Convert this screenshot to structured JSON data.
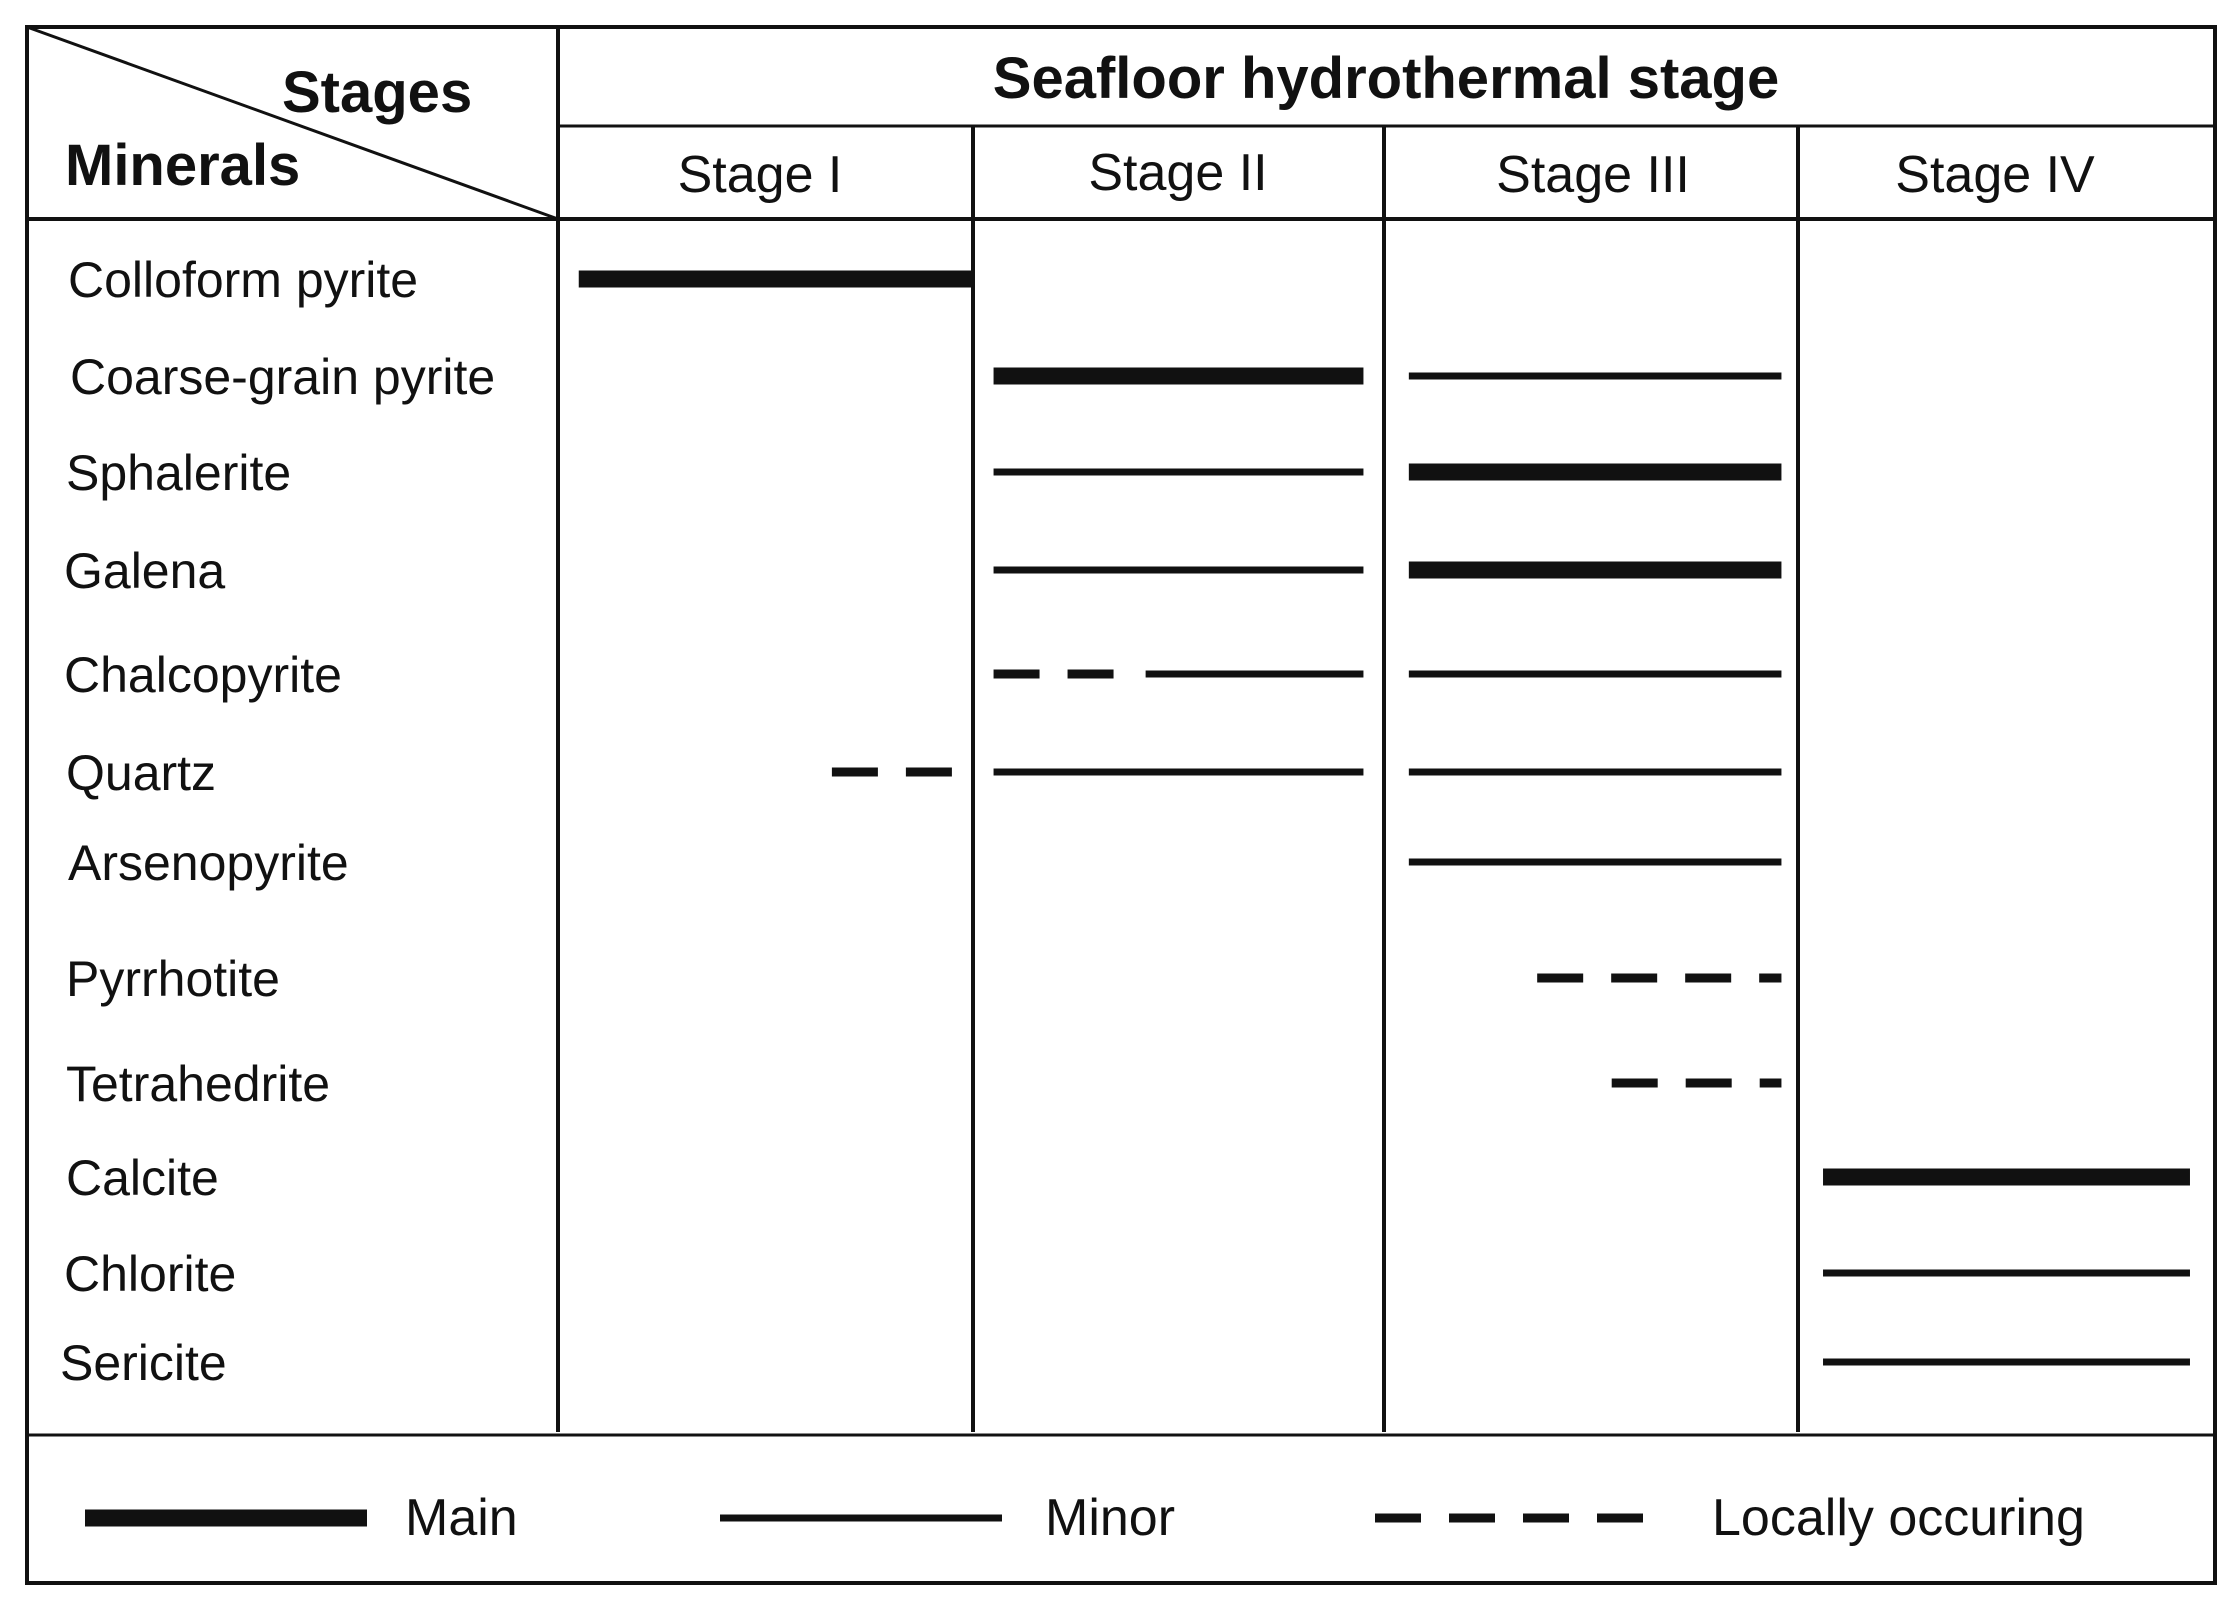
{
  "header": {
    "stages_label": "Stages",
    "minerals_label": "Minerals",
    "group_title": "Seafloor hydrothermal stage"
  },
  "stages": [
    "Stage I",
    "Stage II",
    "Stage III",
    "Stage IV"
  ],
  "minerals": [
    {
      "name": "Colloform pyrite",
      "bars": [
        {
          "stage": 0,
          "from": 0.05,
          "to": 1.0,
          "type": "main"
        }
      ]
    },
    {
      "name": "Coarse-grain pyrite",
      "bars": [
        {
          "stage": 1,
          "from": 0.05,
          "to": 0.95,
          "type": "main"
        },
        {
          "stage": 2,
          "from": 0.06,
          "to": 0.96,
          "type": "minor"
        }
      ]
    },
    {
      "name": "Sphalerite",
      "bars": [
        {
          "stage": 1,
          "from": 0.05,
          "to": 0.95,
          "type": "minor"
        },
        {
          "stage": 2,
          "from": 0.06,
          "to": 0.96,
          "type": "main"
        }
      ]
    },
    {
      "name": "Galena",
      "bars": [
        {
          "stage": 1,
          "from": 0.05,
          "to": 0.95,
          "type": "minor"
        },
        {
          "stage": 2,
          "from": 0.06,
          "to": 0.96,
          "type": "main"
        }
      ]
    },
    {
      "name": "Chalcopyrite",
      "bars": [
        {
          "stage": 1,
          "from": 0.05,
          "to": 0.4,
          "type": "local"
        },
        {
          "stage": 1,
          "from": 0.42,
          "to": 0.95,
          "type": "minor"
        },
        {
          "stage": 2,
          "from": 0.06,
          "to": 0.96,
          "type": "minor"
        }
      ]
    },
    {
      "name": "Quartz",
      "bars": [
        {
          "stage": 0,
          "from": 0.66,
          "to": 0.98,
          "type": "local"
        },
        {
          "stage": 1,
          "from": 0.05,
          "to": 0.95,
          "type": "minor"
        },
        {
          "stage": 2,
          "from": 0.06,
          "to": 0.96,
          "type": "minor"
        }
      ]
    },
    {
      "name": "Arsenopyrite",
      "bars": [
        {
          "stage": 2,
          "from": 0.06,
          "to": 0.96,
          "type": "minor"
        }
      ]
    },
    {
      "name": "Pyrrhotite",
      "bars": [
        {
          "stage": 2,
          "from": 0.37,
          "to": 0.96,
          "type": "local"
        }
      ]
    },
    {
      "name": "Tetrahedrite",
      "bars": [
        {
          "stage": 2,
          "from": 0.55,
          "to": 0.96,
          "type": "local"
        }
      ]
    },
    {
      "name": "Calcite",
      "bars": [
        {
          "stage": 3,
          "from": 0.06,
          "to": 0.94,
          "type": "main"
        }
      ]
    },
    {
      "name": "Chlorite",
      "bars": [
        {
          "stage": 3,
          "from": 0.06,
          "to": 0.94,
          "type": "minor"
        }
      ]
    },
    {
      "name": "Sericite",
      "bars": [
        {
          "stage": 3,
          "from": 0.06,
          "to": 0.94,
          "type": "minor"
        }
      ]
    }
  ],
  "legend": [
    {
      "type": "main",
      "label": "Main"
    },
    {
      "type": "minor",
      "label": "Minor"
    },
    {
      "type": "local",
      "label": "Locally occuring"
    }
  ],
  "colors": {
    "line": "#111111",
    "background": "#ffffff"
  }
}
